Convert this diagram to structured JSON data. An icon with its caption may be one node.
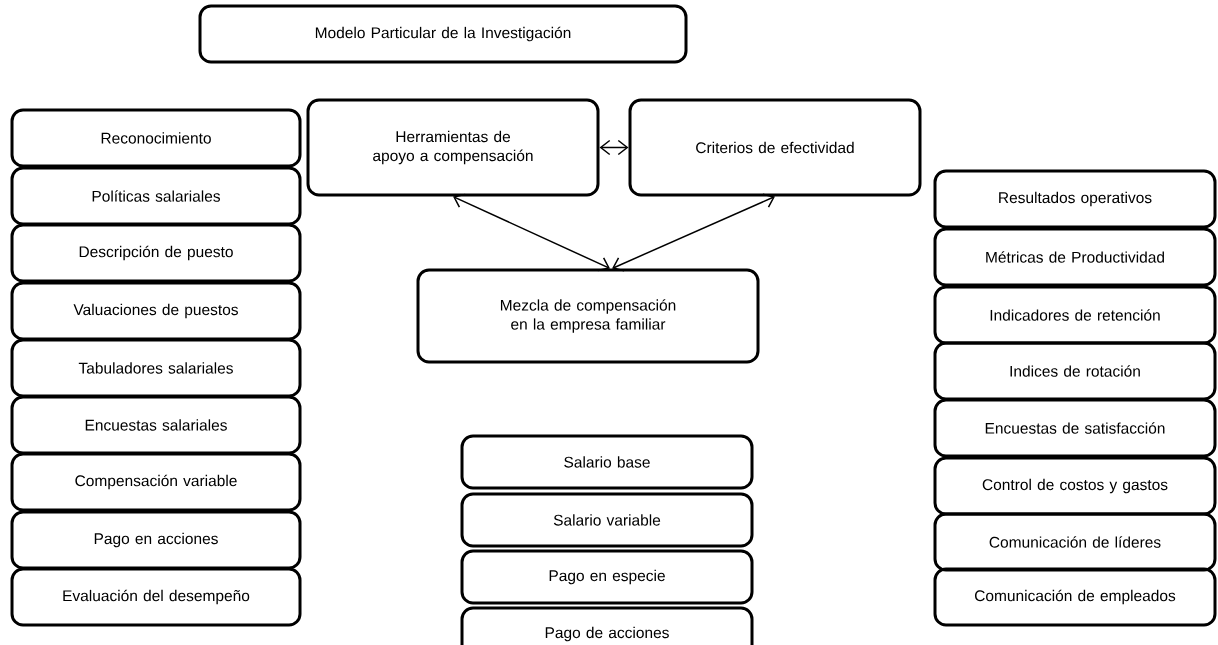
{
  "diagram": {
    "nodes": [
      {
        "text": [
          "Modelo Particular de la Investigación"
        ]
      },
      {
        "text": [
          "Herramientas de apoyo a compensación"
        ]
      },
      {
        "text": [
          "Criterios de efectividad"
        ]
      },
      {
        "text": [
          "Mezcla de compensación en la empresa familiar"
        ]
      },
      {
        "text": [
          "Reconocimiento"
        ]
      },
      {
        "text": [
          "Políticas salariales"
        ]
      },
      {
        "text": [
          "Descripción de puesto"
        ]
      },
      {
        "text": [
          "Valuaciones de puestos"
        ]
      },
      {
        "text": [
          "Tabuladores salariales"
        ]
      },
      {
        "text": [
          "Encuestas salariales"
        ]
      },
      {
        "text": [
          "Compensación variable"
        ]
      },
      {
        "text": [
          "Pago en acciones"
        ]
      },
      {
        "text": [
          "Evaluación del desempeño"
        ]
      },
      {
        "text": [
          "Salario base"
        ]
      },
      {
        "text": [
          "Salario variable"
        ]
      },
      {
        "text": [
          "Pago en especie"
        ]
      },
      {
        "text": [
          "Pago de acciones"
        ]
      },
      {
        "text": [
          "Resultados operativos"
        ]
      },
      {
        "text": [
          "Métricas de Productividad"
        ]
      },
      {
        "text": [
          "Indicadores de retención"
        ]
      },
      {
        "text": [
          "Indices de rotación"
        ]
      },
      {
        "text": [
          "Encuestas de satisfacción"
        ]
      },
      {
        "text": [
          "Control de costos y gastos"
        ]
      },
      {
        "text": [
          "Comunicación de líderes"
        ]
      },
      {
        "text": [
          "Comunicación de empleados"
        ]
      }
    ],
    "edges": [
      {
        "from": 1,
        "to": 2,
        "arrow": "both"
      },
      {
        "from": 1,
        "to": 3,
        "arrow": "both"
      },
      {
        "from": 2,
        "to": 3,
        "arrow": "both"
      }
    ]
  }
}
